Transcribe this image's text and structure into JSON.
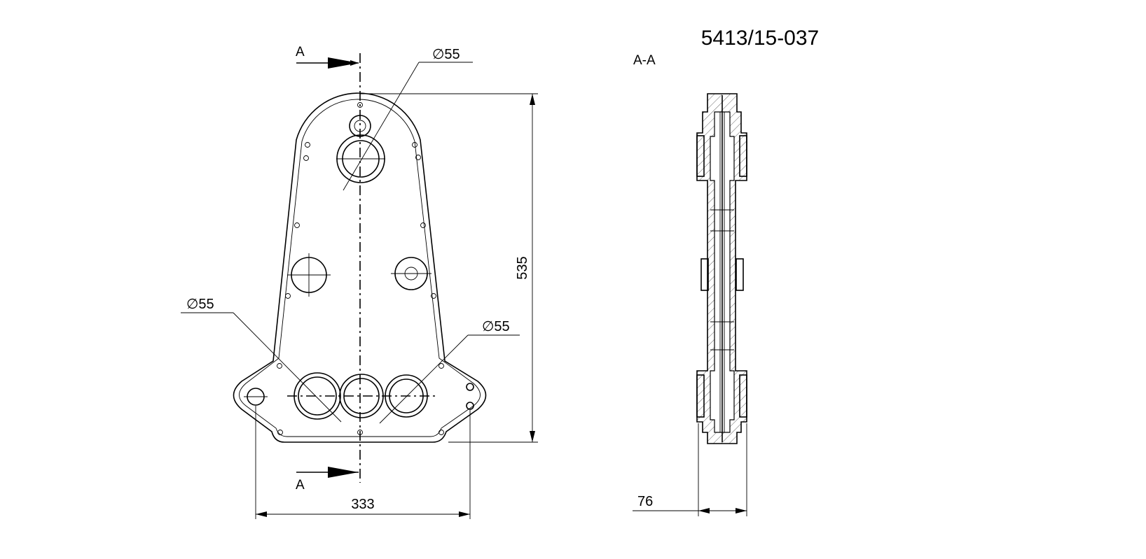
{
  "drawing": {
    "number": "5413/15-037",
    "section_label": "A-A",
    "cut_mark_top": "A",
    "cut_mark_bottom": "A",
    "hole_dims": [
      "∅55",
      "∅55",
      "∅55"
    ],
    "height_dim": "535",
    "width_dim": "333",
    "thickness_dim": "76"
  }
}
